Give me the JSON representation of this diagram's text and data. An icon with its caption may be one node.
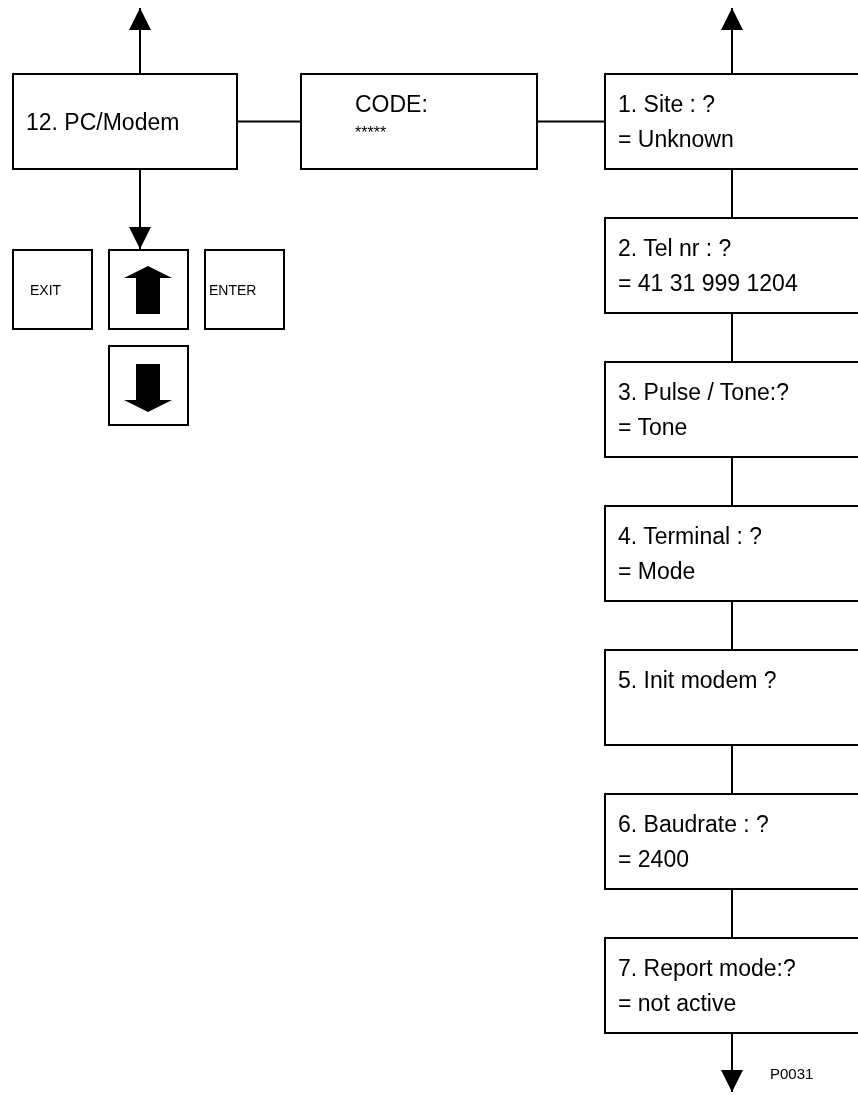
{
  "diagram": {
    "nodes": [
      {
        "text": [
          "12. PC/Modem"
        ]
      },
      {
        "text": [
          "CODE:",
          "*****"
        ]
      },
      {
        "text": [
          "1. Site : ?",
          "= Unknown"
        ]
      },
      {
        "text": [
          "2. Tel nr : ?",
          "= 41 31 999 1204"
        ]
      },
      {
        "text": [
          "3. Pulse / Tone:?",
          "= Tone"
        ]
      },
      {
        "text": [
          "4. Terminal : ?",
          "= Mode"
        ]
      },
      {
        "text": [
          "5. Init modem ?"
        ]
      },
      {
        "text": [
          "6. Baudrate : ?",
          "= 2400"
        ]
      },
      {
        "text": [
          "7. Report mode:?",
          "= not active"
        ]
      },
      {
        "text": [
          "EXIT"
        ]
      },
      {
        "text": [],
        "shape": "box"
      },
      {
        "text": [
          "ENTER"
        ]
      },
      {
        "text": [],
        "shape": "box"
      }
    ],
    "edges": [
      {
        "from": 0,
        "to": null,
        "arrow": "to"
      },
      {
        "from": 0,
        "to": 10,
        "arrow": "to"
      },
      {
        "from": 0,
        "to": 1,
        "arrow": "none"
      },
      {
        "from": 1,
        "to": 2,
        "arrow": "none"
      },
      {
        "from": 2,
        "to": null,
        "arrow": "to"
      },
      {
        "from": 2,
        "to": 3,
        "arrow": "none"
      },
      {
        "from": 3,
        "to": 4,
        "arrow": "none"
      },
      {
        "from": 4,
        "to": 5,
        "arrow": "none"
      },
      {
        "from": 5,
        "to": 6,
        "arrow": "none"
      },
      {
        "from": 6,
        "to": 7,
        "arrow": "none"
      },
      {
        "from": 7,
        "to": 8,
        "arrow": "none"
      },
      {
        "from": 8,
        "to": null,
        "arrow": "to"
      }
    ],
    "labels": [
      "P0031"
    ]
  }
}
